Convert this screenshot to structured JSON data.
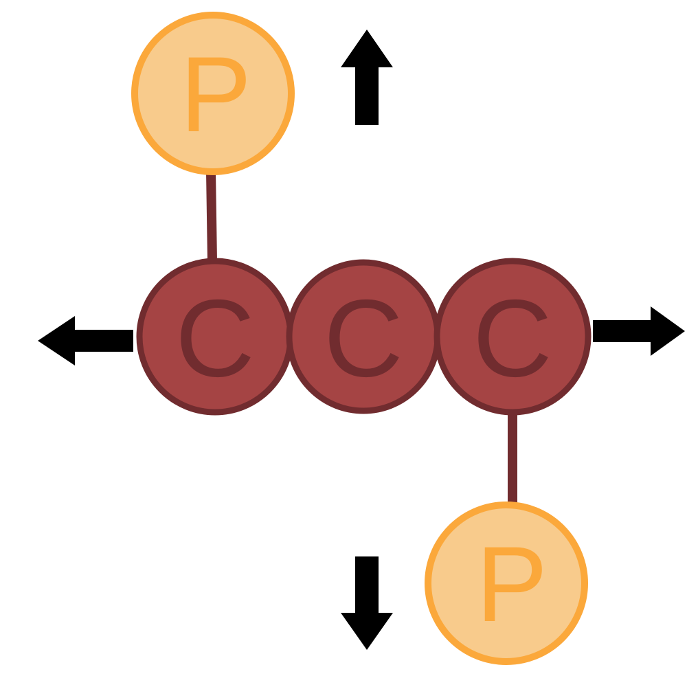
{
  "diagram": {
    "atoms": [
      {
        "id": "p-top",
        "label": "P",
        "type": "phosphorus"
      },
      {
        "id": "c-left",
        "label": "C",
        "type": "carbon"
      },
      {
        "id": "c-middle",
        "label": "C",
        "type": "carbon"
      },
      {
        "id": "c-right",
        "label": "C",
        "type": "carbon"
      },
      {
        "id": "p-bottom",
        "label": "P",
        "type": "phosphorus"
      }
    ],
    "bonds": [
      {
        "from": "p-top",
        "to": "c-left"
      },
      {
        "from": "c-right",
        "to": "p-bottom"
      }
    ],
    "arrows": [
      {
        "id": "arrow-up",
        "direction": "up"
      },
      {
        "id": "arrow-left",
        "direction": "left"
      },
      {
        "id": "arrow-right",
        "direction": "right"
      },
      {
        "id": "arrow-down",
        "direction": "down"
      }
    ],
    "colors": {
      "carbon_fill": "#a54444",
      "carbon_stroke": "#712c2f",
      "carbon_text": "#712c2f",
      "phosphorus_fill": "#f8cb8c",
      "phosphorus_stroke": "#fba83b",
      "phosphorus_text": "#fba83b",
      "bond": "#712c2f",
      "arrow": "#000000"
    }
  }
}
